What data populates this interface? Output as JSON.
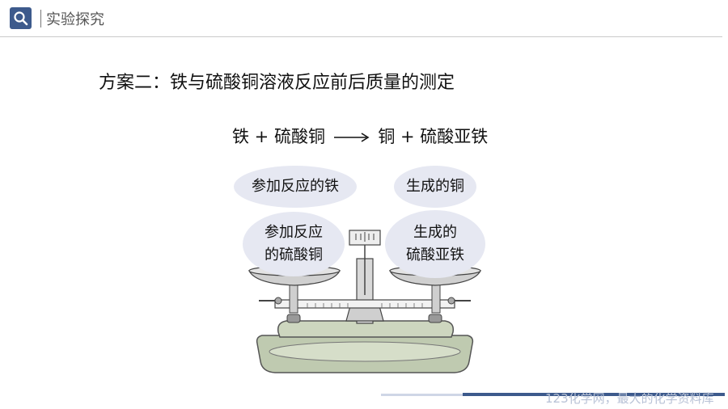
{
  "header": {
    "title": "实验探究",
    "icon": "search-icon",
    "accent_color": "#3d5a8c"
  },
  "scheme_title": "方案二：铁与硫酸铜溶液反应前后质量的测定",
  "equation": {
    "left": "铁 + 硫酸铜",
    "right": "铜 + 硫酸亚铁"
  },
  "bubbles": {
    "reacted_iron": "参加反应的铁",
    "produced_copper": "生成的铜",
    "reacted_copper_sulfate_line1": "参加反应",
    "reacted_copper_sulfate_line2": "的硫酸铜",
    "produced_ferrous_sulfate_line1": "生成的",
    "produced_ferrous_sulfate_line2": "硫酸亚铁"
  },
  "watermark": "123化学网，最大的化学资料库"
}
